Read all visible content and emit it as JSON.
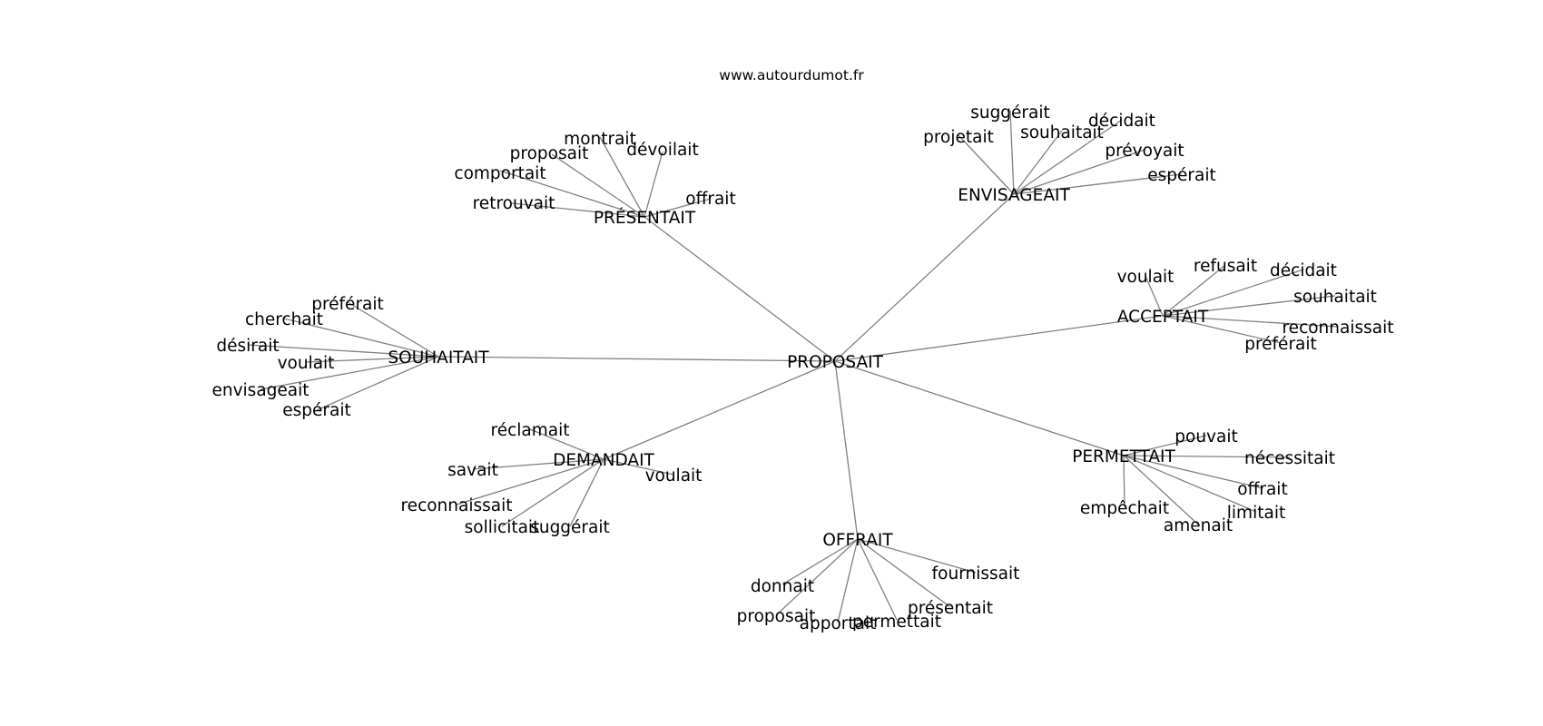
{
  "watermark": "www.autourdumot.fr",
  "graph": {
    "root": "PROPOSAIT",
    "hubs": [
      {
        "label": "PRÉSENTAIT",
        "leaves": [
          "montrait",
          "dévoilait",
          "proposait",
          "comportait",
          "retrouvait",
          "offrait"
        ]
      },
      {
        "label": "ENVISAGEAIT",
        "leaves": [
          "suggérait",
          "projetait",
          "souhaitait",
          "décidait",
          "prévoyait",
          "espérait"
        ]
      },
      {
        "label": "SOUHAITAIT",
        "leaves": [
          "préférait",
          "cherchait",
          "désirait",
          "voulait",
          "envisageait",
          "espérait"
        ]
      },
      {
        "label": "ACCEPTAIT",
        "leaves": [
          "voulait",
          "refusait",
          "décidait",
          "souhaitait",
          "reconnaissait",
          "préférait"
        ]
      },
      {
        "label": "DEMANDAIT",
        "leaves": [
          "réclamait",
          "savait",
          "voulait",
          "reconnaissait",
          "sollicitait",
          "suggérait"
        ]
      },
      {
        "label": "PERMETTAIT",
        "leaves": [
          "pouvait",
          "nécessitait",
          "offrait",
          "limitait",
          "amenait",
          "empêchait"
        ]
      },
      {
        "label": "OFFRAIT",
        "leaves": [
          "donnait",
          "fournissait",
          "présentait",
          "permettait",
          "apportait",
          "proposait"
        ]
      }
    ]
  }
}
